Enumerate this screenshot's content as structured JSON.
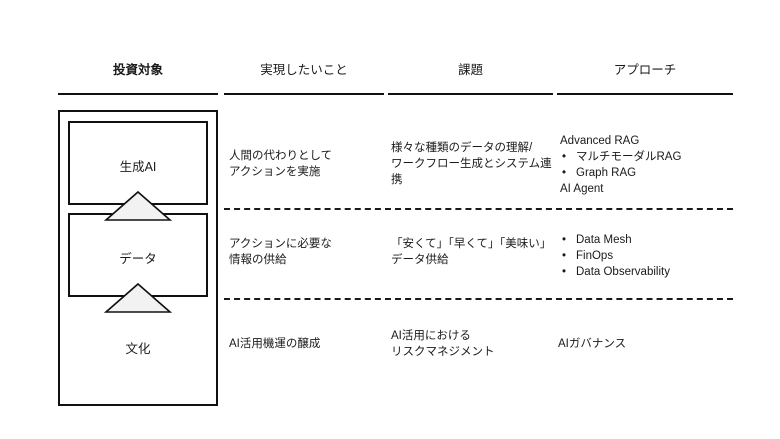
{
  "headers": [
    {
      "label": "投資対象",
      "bold": true
    },
    {
      "label": "実現したいこと",
      "bold": false
    },
    {
      "label": "課題",
      "bold": false
    },
    {
      "label": "アプローチ",
      "bold": false
    }
  ],
  "pyramid": {
    "layers": [
      {
        "label": "生成AI"
      },
      {
        "label": "データ"
      },
      {
        "label": "文化"
      }
    ],
    "arrow_color": "#f2f2f2",
    "arrow_stroke": "#111111"
  },
  "rows": [
    {
      "goal": [
        "人間の代わりとして",
        "アクションを実施"
      ],
      "issue": [
        "様々な種類のデータの理解/",
        "ワークフロー生成とシステム連",
        "携"
      ],
      "approach": [
        {
          "bullet": false,
          "text": "Advanced RAG"
        },
        {
          "bullet": true,
          "text": "マルチモーダルRAG"
        },
        {
          "bullet": true,
          "text": "Graph RAG"
        },
        {
          "bullet": false,
          "text": "AI Agent"
        }
      ]
    },
    {
      "goal": [
        "アクションに必要な",
        "情報の供給"
      ],
      "issue": [
        "「安くて」「早くて」「美味い」",
        "データ供給"
      ],
      "approach": [
        {
          "bullet": true,
          "text": "Data Mesh"
        },
        {
          "bullet": true,
          "text": "FinOps"
        },
        {
          "bullet": true,
          "text": "Data Observability"
        }
      ]
    },
    {
      "goal": [
        "AI活用機運の醸成"
      ],
      "issue": [
        "AI活用における",
        "リスクマネジメント"
      ],
      "approach": [
        {
          "bullet": false,
          "text": "AIガバナンス"
        }
      ]
    }
  ]
}
